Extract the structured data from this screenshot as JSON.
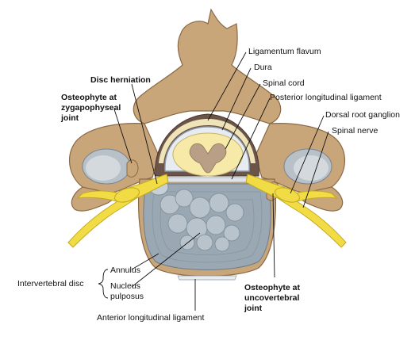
{
  "labels": {
    "ligamentum_flavum": "Ligamentum flavum",
    "dura": "Dura",
    "spinal_cord": "Spinal cord",
    "posterior_longitudinal_ligament": "Posterior longitudinal ligament",
    "dorsal_root_ganglion": "Dorsal root ganglion",
    "spinal_nerve": "Spinal nerve",
    "disc_herniation": "Disc herniation",
    "osteophyte_zyg_line1": "Osteophyte at",
    "osteophyte_zyg_line2": "zygapophyseal",
    "osteophyte_zyg_line3": "joint",
    "intervertebral_disc": "Intervertebral disc",
    "annulus": "Annulus",
    "nucleus_line1": "Nucleus",
    "nucleus_line2": "pulposus",
    "anterior_longitudinal_ligament": "Anterior longitudinal ligament",
    "osteophyte_unc_line1": "Osteophyte at",
    "osteophyte_unc_line2": "uncovertebral",
    "osteophyte_unc_line3": "joint"
  },
  "colors": {
    "bone": "#c9a57a",
    "bone_outline": "#8a6a45",
    "cartilage": "#b8c0c8",
    "disc": "#9aa8b3",
    "nucleus": "#b8c3cc",
    "nerve": "#f2dc45",
    "ligament": "#efe4b8",
    "cord_white": "#f7e9a8",
    "cord_grey": "#b99f86"
  }
}
